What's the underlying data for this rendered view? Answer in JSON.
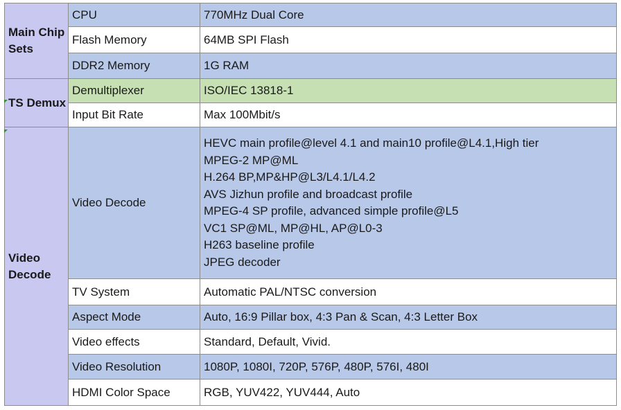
{
  "groups": {
    "main_chip_sets": "Main Chip Sets",
    "ts_demux": "TS Demux",
    "video_decode": "Video Decode"
  },
  "rows": [
    {
      "label": "CPU",
      "value": "770MHz Dual Core"
    },
    {
      "label": "Flash Memory",
      "value": "64MB SPI Flash"
    },
    {
      "label": "DDR2 Memory",
      "value": "1G RAM"
    },
    {
      "label": "Demultiplexer",
      "value": "ISO/IEC 13818-1"
    },
    {
      "label": "Input Bit Rate",
      "value": "Max 100Mbit/s"
    },
    {
      "label": "Video Decode",
      "value_lines": [
        "HEVC main profile@level 4.1 and main10 profile@L4.1,High tier",
        "MPEG-2 MP@ML",
        "H.264 BP,MP&HP@L3/L4.1/L4.2",
        "AVS Jizhun profile and broadcast profile",
        "MPEG-4 SP profile, advanced simple profile@L5",
        "VC1 SP@ML, MP@HL, AP@L0-3",
        "H263 baseline profile",
        "JPEG decoder"
      ]
    },
    {
      "label": "TV System",
      "value": "Automatic PAL/NTSC conversion"
    },
    {
      "label": "Aspect Mode",
      "value": "Auto, 16:9 Pillar box, 4:3 Pan & Scan, 4:3 Letter Box"
    },
    {
      "label": "Video effects",
      "value": "Standard, Default, Vivid."
    },
    {
      "label": "Video Resolution",
      "value": "1080P, 1080I, 720P, 576P, 480P, 576I, 480I"
    },
    {
      "label": "HDMI Color Space",
      "value": "RGB, YUV422, YUV444, Auto"
    }
  ],
  "colors": {
    "group_bg": "#c8c8f0",
    "ts_group_bg": "#c3e0b0",
    "row_blue": "#b8c8e8",
    "row_green": "#c6e0b4",
    "row_white": "#ffffff",
    "border": "#8c8c8c"
  }
}
